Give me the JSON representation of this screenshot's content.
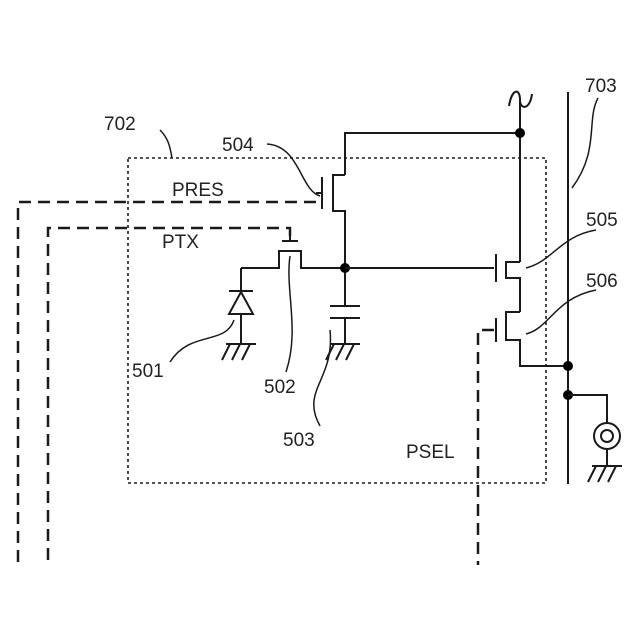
{
  "labels": {
    "pixel_region": "702",
    "output_line": "703",
    "reset_transistor": "504",
    "amplifier_transistor": "505",
    "select_transistor": "506",
    "photodiode": "501",
    "transfer_transistor": "502",
    "floating_capacitance": "503",
    "reset_signal": "PRES",
    "transfer_signal": "PTX",
    "select_signal": "PSEL"
  },
  "colors": {
    "line": "#1a1a1a",
    "text": "#222222",
    "background": "#ffffff"
  }
}
